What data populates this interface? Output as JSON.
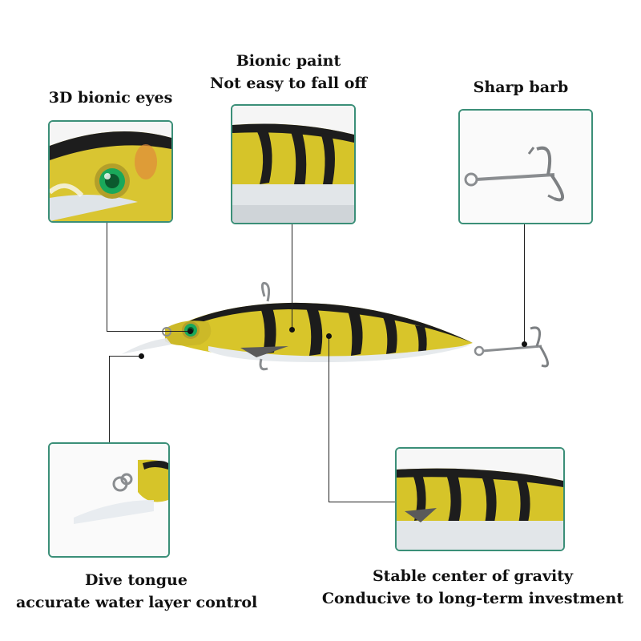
{
  "callouts": {
    "eyes": {
      "line1": "3D bionic eyes"
    },
    "paint": {
      "line1": "Bionic paint",
      "line2": "Not easy to fall off"
    },
    "barb": {
      "line1": "Sharp barb"
    },
    "tongue": {
      "line1": "Dive tongue",
      "line2": "accurate water layer control"
    },
    "gravity": {
      "line1": "Stable center of gravity",
      "line2": "Conducive to long-term investment"
    }
  },
  "colors": {
    "frame_border": "#3b8f78",
    "body_yellow": "#d8c52a",
    "stripe_dark": "#1c1c1c",
    "belly": "#e8ecee",
    "eye_green": "#1aa85a",
    "hook_metal": "#8a8d90"
  }
}
